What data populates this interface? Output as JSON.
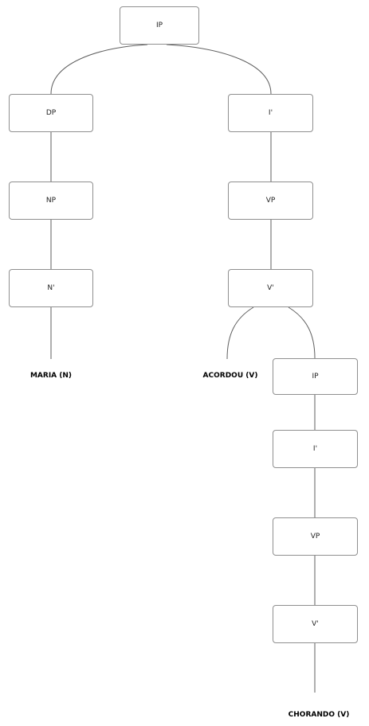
{
  "nodes": {
    "ip_root": "IP",
    "dp": "DP",
    "i_bar": "I'",
    "np": "NP",
    "vp": "VP",
    "n_bar": "N'",
    "v_bar": "V'",
    "ip_embedded": "IP",
    "i_bar_embedded": "I'",
    "vp_embedded": "VP",
    "v_bar_embedded": "V'"
  },
  "leaves": {
    "maria": "MARIA (N)",
    "acordou": "ACORDOU (V)",
    "chorando": "CHORANDO (V)"
  },
  "colors": {
    "edge": "#5f5f5f",
    "node_border": "#8f8f8f",
    "background": "#ffffff"
  }
}
